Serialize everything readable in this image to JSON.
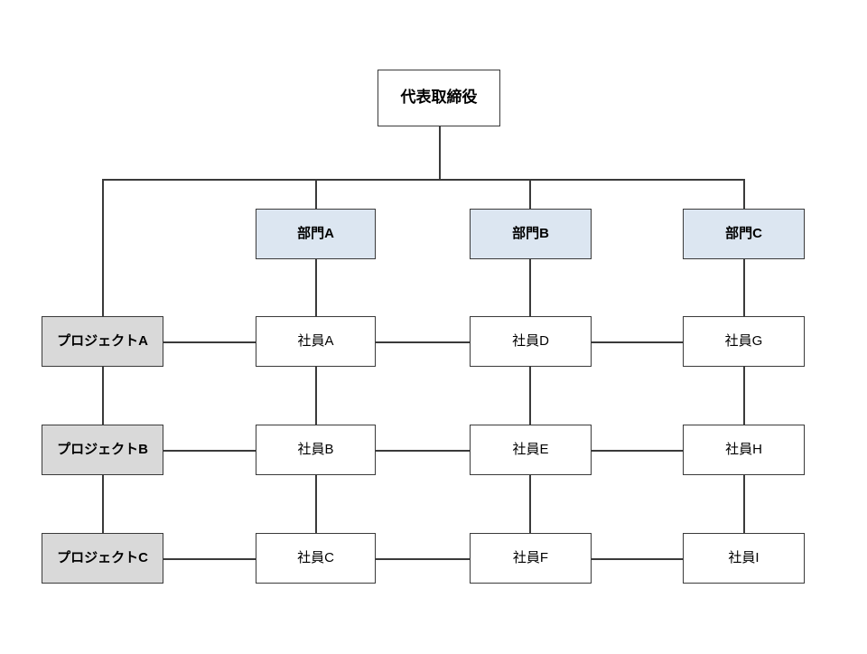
{
  "diagram": {
    "title": "",
    "type": "matrix-organization-chart",
    "colors": {
      "executive_fill": "#ffffff",
      "department_fill": "#dce6f1",
      "project_fill": "#d9d9d9",
      "employee_fill": "#ffffff",
      "border": "#3a3a3a",
      "background": "#ffffff",
      "text": "#000000"
    }
  },
  "executive": {
    "label": "代表取締役"
  },
  "departments": [
    {
      "label": "部門A"
    },
    {
      "label": "部門B"
    },
    {
      "label": "部門C"
    }
  ],
  "projects": [
    {
      "label": "プロジェクトA"
    },
    {
      "label": "プロジェクトB"
    },
    {
      "label": "プロジェクトC"
    }
  ],
  "employees": {
    "rows": [
      [
        {
          "label": "社員A"
        },
        {
          "label": "社員D"
        },
        {
          "label": "社員G"
        }
      ],
      [
        {
          "label": "社員B"
        },
        {
          "label": "社員E"
        },
        {
          "label": "社員H"
        }
      ],
      [
        {
          "label": "社員C"
        },
        {
          "label": "社員F"
        },
        {
          "label": "社員I"
        }
      ]
    ]
  }
}
